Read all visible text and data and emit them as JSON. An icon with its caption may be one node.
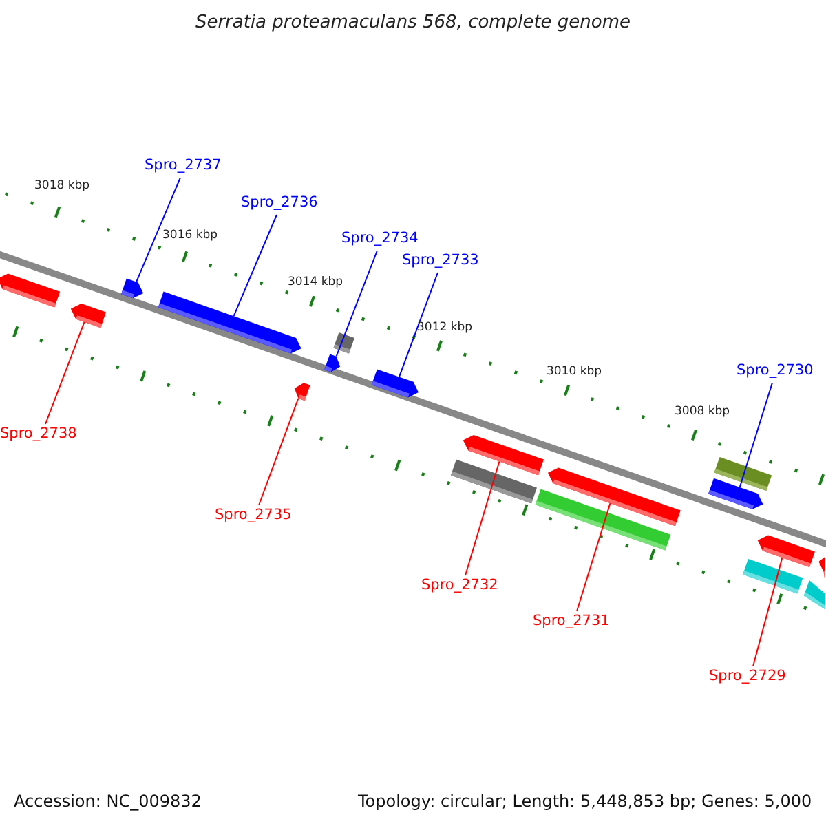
{
  "diagram": {
    "title": "Serratia proteamaculans 568, complete genome",
    "nodes": [
      {
        "text": [
          "Spro_2737"
        ]
      },
      {
        "text": [
          "Spro_2736"
        ]
      },
      {
        "text": [
          "Spro_2734"
        ]
      },
      {
        "text": [
          "Spro_2733"
        ]
      },
      {
        "text": [
          "Spro_2730"
        ]
      },
      {
        "text": [
          "Spro_2738"
        ]
      },
      {
        "text": [
          "Spro_2735"
        ]
      },
      {
        "text": [
          "Spro_2732"
        ]
      },
      {
        "text": [
          "Spro_2731"
        ]
      },
      {
        "text": [
          "Spro_2729"
        ]
      },
      {
        "text": [],
        "shape": "bar"
      },
      {
        "text": [],
        "shape": "bar"
      },
      {
        "text": [],
        "shape": "bar"
      },
      {
        "text": [],
        "shape": "bar"
      },
      {
        "text": [],
        "shape": "bar"
      },
      {
        "text": [],
        "shape": "bar"
      },
      {
        "text": [],
        "shape": "bar"
      },
      {
        "text": [],
        "shape": "bar"
      },
      {
        "text": [],
        "shape": "bar"
      },
      {
        "text": [],
        "shape": "bar"
      },
      {
        "text": [],
        "shape": "bar"
      },
      {
        "text": [],
        "shape": "bar"
      },
      {
        "text": [],
        "shape": "bar"
      },
      {
        "text": [],
        "shape": "bar"
      },
      {
        "text": [],
        "shape": "bar"
      },
      {
        "text": [],
        "shape": "bar"
      },
      {
        "text": [],
        "shape": "bar"
      },
      {
        "text": [],
        "shape": "bar"
      }
    ],
    "edges": [
      {
        "from": 0,
        "to": 10,
        "arrow": "none",
        "color": "#0000ff"
      },
      {
        "from": 1,
        "to": 11,
        "arrow": "none",
        "color": "#0000ff"
      },
      {
        "from": 2,
        "to": 12,
        "arrow": "none",
        "color": "#0000ff"
      },
      {
        "from": 3,
        "to": 13,
        "arrow": "none",
        "color": "#0000ff"
      },
      {
        "from": 4,
        "to": 14,
        "arrow": "none",
        "color": "#0000ff"
      },
      {
        "from": 5,
        "to": 15,
        "arrow": "none",
        "color": "#ff0000"
      },
      {
        "from": 6,
        "to": 16,
        "arrow": "none",
        "color": "#ff0000"
      },
      {
        "from": 7,
        "to": 17,
        "arrow": "none",
        "color": "#ff0000"
      },
      {
        "from": 8,
        "to": 18,
        "arrow": "none",
        "color": "#ff0000"
      },
      {
        "from": 9,
        "to": 19,
        "arrow": "none",
        "color": "#ff0000"
      }
    ],
    "labels": [
      "3018 kbp",
      "3016 kbp",
      "3014 kbp",
      "3012 kbp",
      "3010 kbp",
      "3008 kbp",
      "Accession: NC_009832",
      "Topology: circular; Length: 5,448,853 bp; Genes: 5,000"
    ]
  }
}
